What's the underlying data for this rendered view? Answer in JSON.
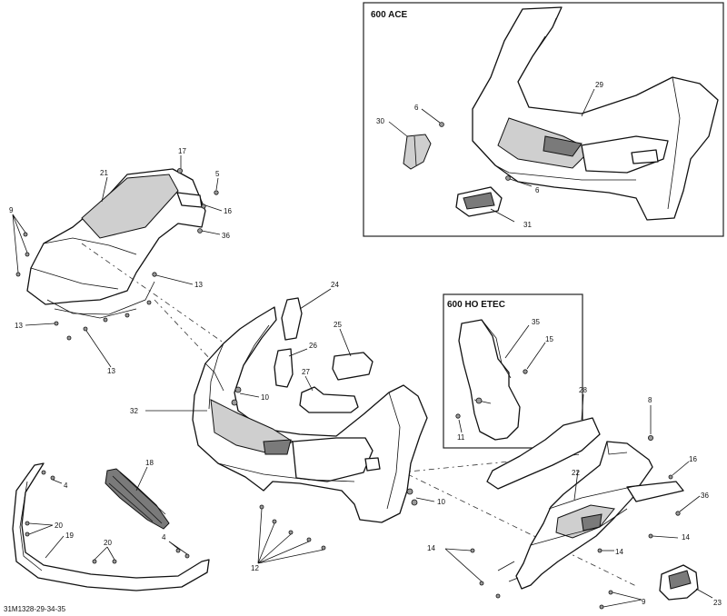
{
  "boxes": {
    "ace_title": "600 ACE",
    "ho_etec_title": "600 HO ETEC"
  },
  "reference": "31M1328-29-34-35",
  "labels": {
    "l17": "17",
    "l5": "5",
    "l21": "21",
    "l16a": "16",
    "l9a": "9",
    "l36a": "36",
    "l13a": "13",
    "l13b": "13",
    "l13c": "13",
    "l24": "24",
    "l25": "25",
    "l26": "26",
    "l27": "27",
    "l10a": "10",
    "l32": "32",
    "l10b": "10",
    "l18": "18",
    "l4a": "4",
    "l20a": "20",
    "l19": "19",
    "l20b": "20",
    "l4b": "4",
    "l12": "12",
    "l30": "30",
    "l6a": "6",
    "l29": "29",
    "l6b": "6",
    "l31": "31",
    "l35": "35",
    "l15": "15",
    "l11": "11",
    "l28": "28",
    "l8": "8",
    "l16b": "16",
    "l22": "22",
    "l36b": "36",
    "l14a": "14",
    "l14b": "14",
    "l14c": "14",
    "l9b": "9",
    "l23": "23"
  }
}
